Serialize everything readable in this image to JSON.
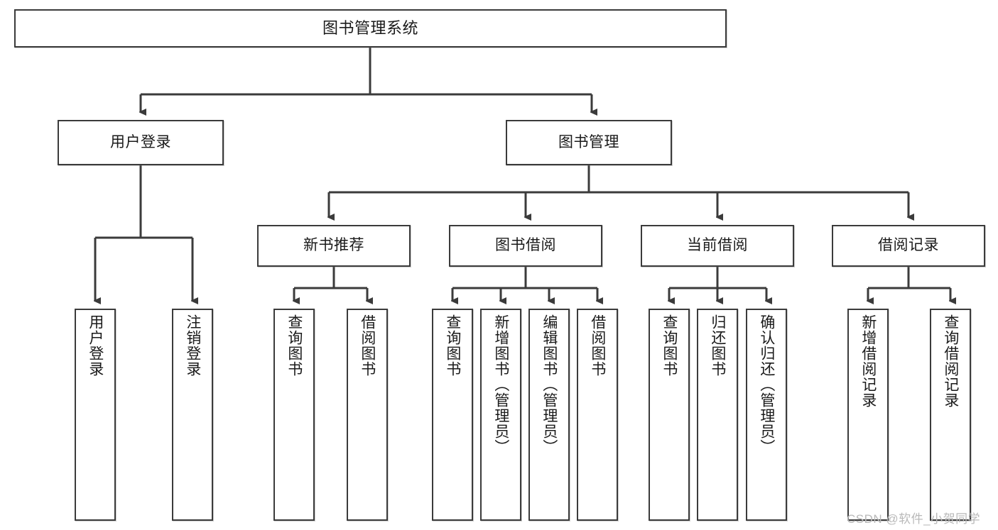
{
  "diagram": {
    "type": "tree-hierarchy-diagram",
    "title": "图书管理系统",
    "line_color": "#3b3b3b",
    "box_fill": "#ffffff",
    "text_color": "#1a1a1a",
    "watermark": "CSDN @软件_小贺同学"
  },
  "nodes": {
    "root": {
      "label": "图书管理系统"
    },
    "level2": [
      {
        "id": "user-login",
        "label": "用户登录"
      },
      {
        "id": "book-management",
        "label": "图书管理"
      }
    ],
    "level3": [
      {
        "id": "new-book-recommend",
        "label": "新书推荐"
      },
      {
        "id": "book-borrow",
        "label": "图书借阅"
      },
      {
        "id": "current-borrow",
        "label": "当前借阅"
      },
      {
        "id": "borrow-record",
        "label": "借阅记录"
      }
    ],
    "leaves": {
      "user_login": [
        {
          "id": "leaf-user-login",
          "label": "用户登录"
        },
        {
          "id": "leaf-logout-login",
          "label": "注销登录"
        }
      ],
      "new_book_recommend": [
        {
          "id": "leaf-query-book-1",
          "label": "查询图书"
        },
        {
          "id": "leaf-borrow-book-1",
          "label": "借阅图书"
        }
      ],
      "book_borrow": [
        {
          "id": "leaf-query-book-2",
          "label": "查询图书"
        },
        {
          "id": "leaf-add-book",
          "label": "新增图书（管理员）"
        },
        {
          "id": "leaf-edit-book",
          "label": "编辑图书（管理员）"
        },
        {
          "id": "leaf-borrow-book-2",
          "label": "借阅图书"
        }
      ],
      "current_borrow": [
        {
          "id": "leaf-query-book-3",
          "label": "查询图书"
        },
        {
          "id": "leaf-return-book",
          "label": "归还图书"
        },
        {
          "id": "leaf-confirm-return",
          "label": "确认归还（管理员）"
        }
      ],
      "borrow_record": [
        {
          "id": "leaf-add-record",
          "label": "新增借阅记录"
        },
        {
          "id": "leaf-query-record",
          "label": "查询借阅记录"
        }
      ]
    }
  }
}
